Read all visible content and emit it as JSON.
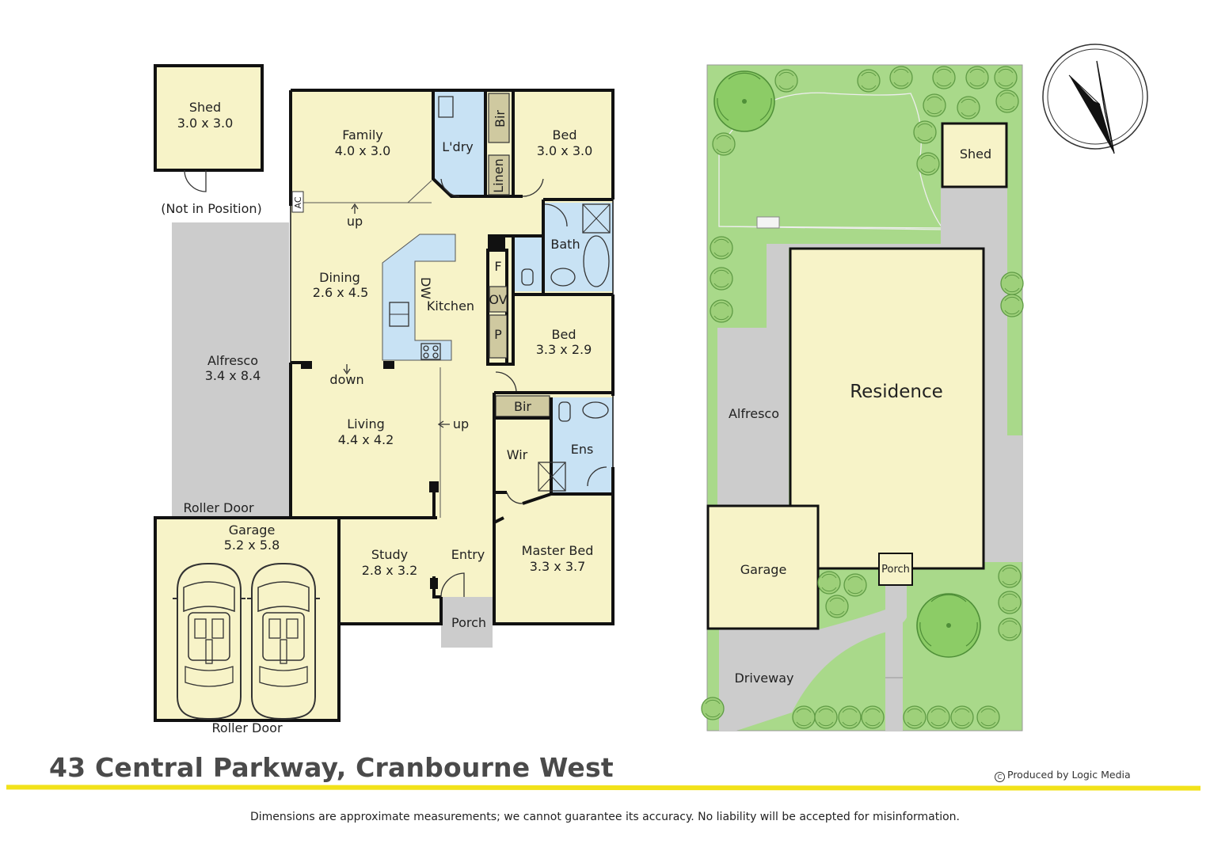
{
  "floorplan": {
    "rooms": [
      {
        "id": "shed",
        "name": "Shed",
        "dims": "3.0 x 3.0"
      },
      {
        "id": "family",
        "name": "Family",
        "dims": "4.0 x 3.0"
      },
      {
        "id": "laundry",
        "name": "L'dry"
      },
      {
        "id": "bed2",
        "name": "Bed",
        "dims": "3.0 x 3.0"
      },
      {
        "id": "dining",
        "name": "Dining",
        "dims": "2.6 x 4.5"
      },
      {
        "id": "kitchen",
        "name": "Kitchen"
      },
      {
        "id": "bath",
        "name": "Bath"
      },
      {
        "id": "bed3",
        "name": "Bed",
        "dims": "3.3 x 2.9"
      },
      {
        "id": "alfresco",
        "name": "Alfresco",
        "dims": "3.4 x 8.4"
      },
      {
        "id": "living",
        "name": "Living",
        "dims": "4.4 x 4.2"
      },
      {
        "id": "wir",
        "name": "Wir"
      },
      {
        "id": "ens",
        "name": "Ens"
      },
      {
        "id": "garage",
        "name": "Garage",
        "dims": "5.2 x 5.8"
      },
      {
        "id": "study",
        "name": "Study",
        "dims": "2.8 x 3.2"
      },
      {
        "id": "entry",
        "name": "Entry"
      },
      {
        "id": "master",
        "name": "Master Bed",
        "dims": "3.3 x 3.7"
      },
      {
        "id": "porch",
        "name": "Porch"
      }
    ],
    "fixtures": {
      "bir_top": "Bir",
      "linen": "Linen",
      "ac": "AC",
      "dw": "DW",
      "fridge": "F",
      "oven": "OV",
      "pantry": "P",
      "bir_mid": "Bir"
    },
    "notes": {
      "shed_position": "(Not in Position)",
      "roller_door_top": "Roller Door",
      "roller_door_bottom": "Roller Door",
      "up1": "up",
      "down": "down",
      "up2": "up"
    }
  },
  "siteplan": {
    "labels": {
      "shed": "Shed",
      "residence": "Residence",
      "alfresco": "Alfresco",
      "garage": "Garage",
      "porch": "Porch",
      "driveway": "Driveway"
    }
  },
  "footer": {
    "address": "43 Central Parkway, Cranbourne West",
    "credit": "Produced by Logic Media",
    "disclaimer": "Dimensions are approximate measurements; we cannot guarantee its accuracy. No liability will be accepted for misinformation."
  },
  "colors": {
    "room_fill": "#f7f3c8",
    "wet_area": "#c8e2f4",
    "outdoor_grey": "#cccccc",
    "lawn": "#a9d98a",
    "accent_line": "#f2e21a"
  }
}
